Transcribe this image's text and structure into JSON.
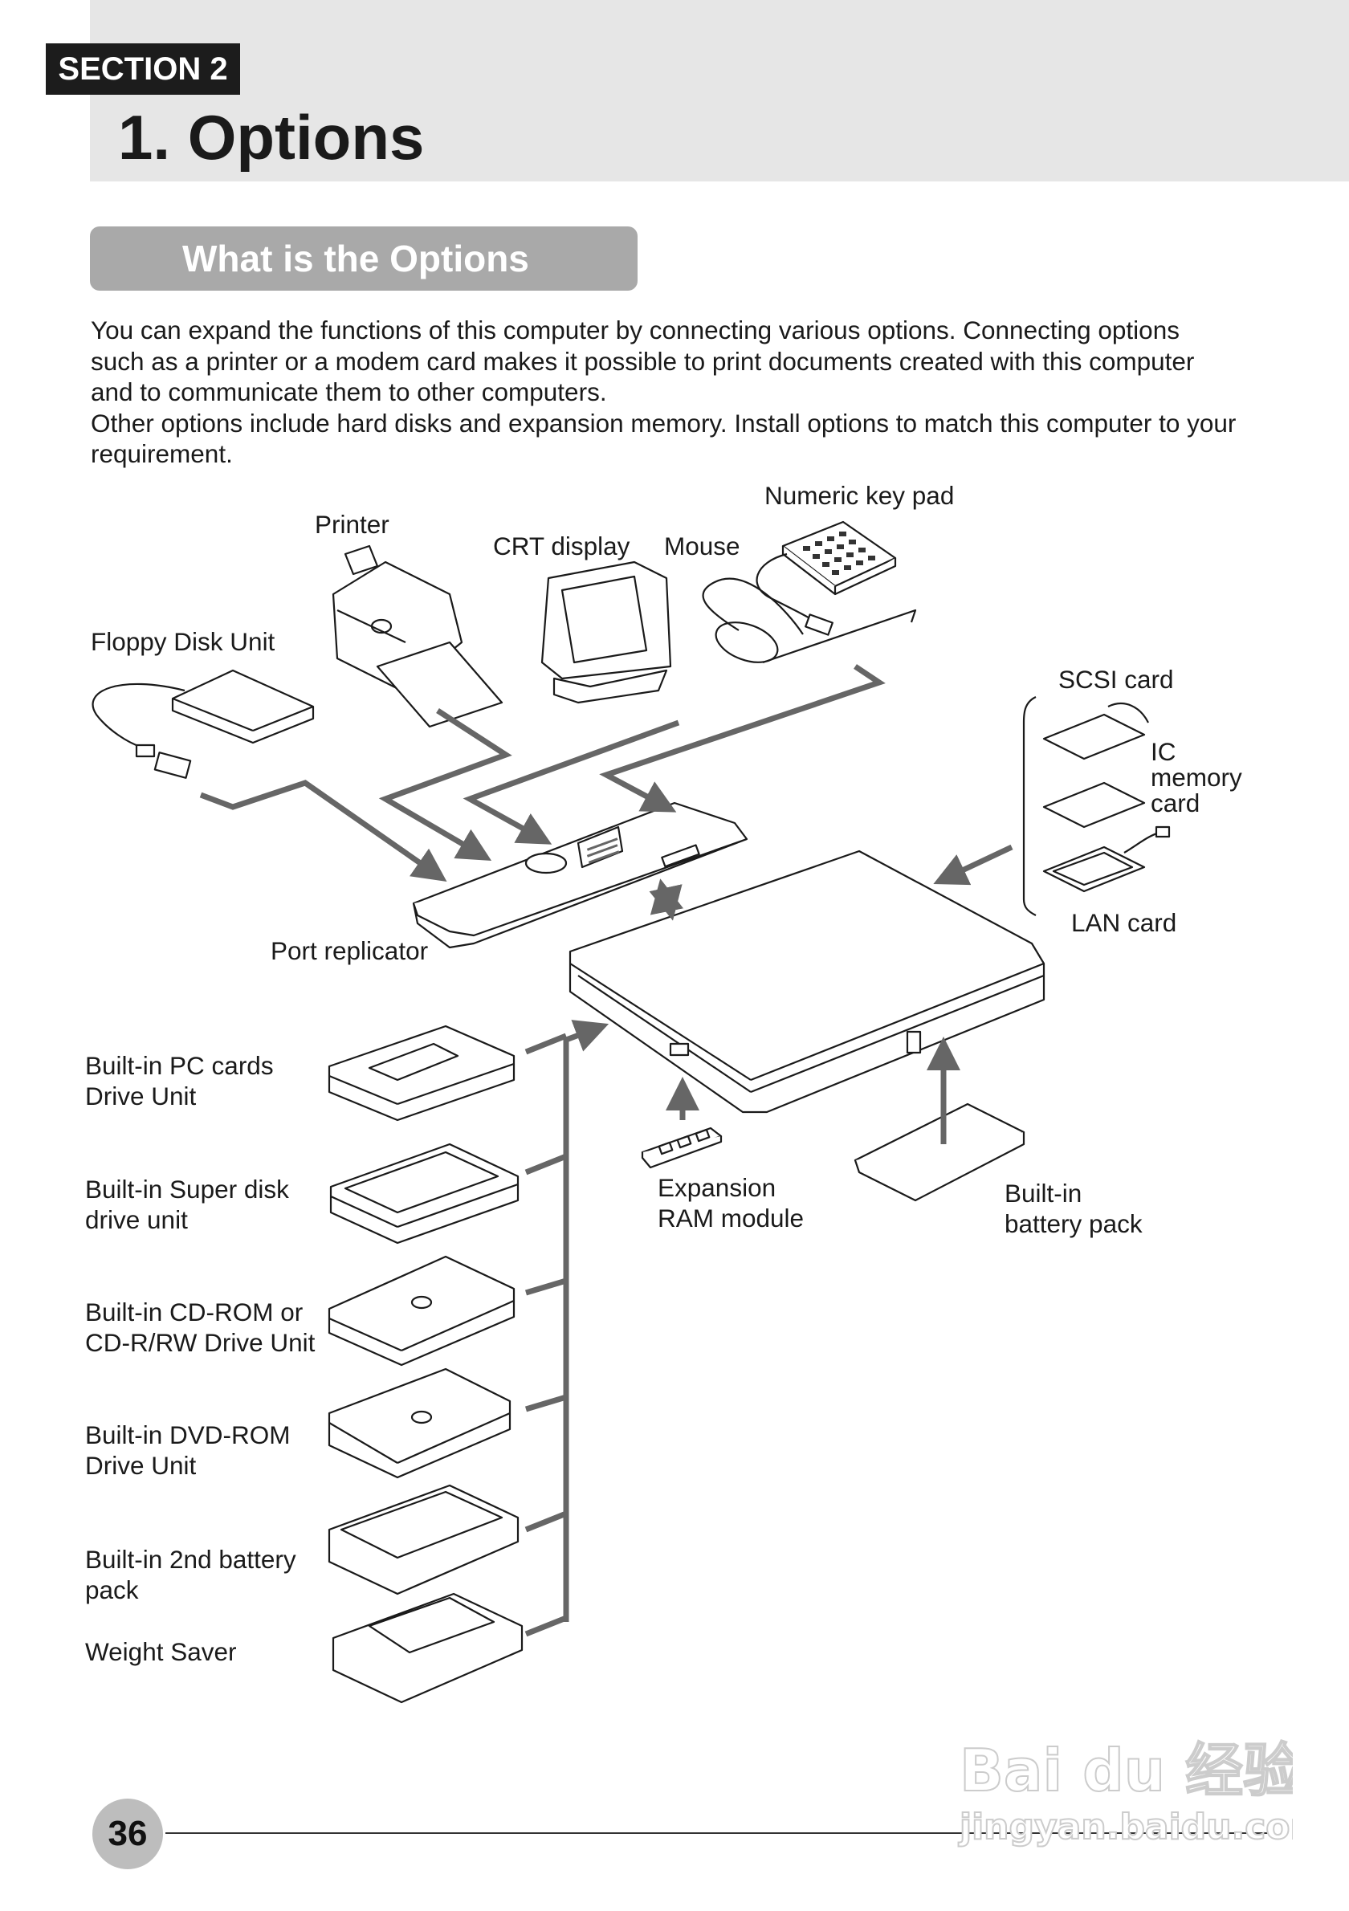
{
  "section_label": "SECTION 2",
  "title": "1.  Options",
  "subheading": "What is the Options",
  "intro": {
    "p1": "You can expand the functions of this computer by connecting various options. Connecting options such as a printer or a modem card makes it possible to print documents created with this computer and to communicate them to other computers.",
    "p2": "Other options include hard disks and expansion memory.  Install options to match this computer to your requirement."
  },
  "labels": {
    "printer": "Printer",
    "crt_display": "CRT display",
    "mouse": "Mouse",
    "numeric_key_pad": "Numeric key pad",
    "floppy_disk_unit": "Floppy Disk Unit",
    "scsi_card": "SCSI card",
    "ic_memory_card": "IC\nmemory\ncard",
    "lan_card": "LAN card",
    "port_replicator": "Port replicator",
    "pc_cards_drive": "Built-in PC cards\nDrive Unit",
    "super_disk_drive": "Built-in Super disk\ndrive unit",
    "cdrom_drive": "Built-in CD-ROM or\nCD-R/RW Drive Unit",
    "dvdrom_drive": "Built-in DVD-ROM\nDrive Unit",
    "second_battery": "Built-in 2nd battery\npack",
    "weight_saver": "Weight Saver",
    "expansion_ram": "Expansion\nRAM module",
    "battery_pack": "Built-in\nbattery pack"
  },
  "page_number": "36",
  "watermark": {
    "brand": "Bai du 经验",
    "url": "jingyan.baidu.com"
  },
  "colors": {
    "header_band": "#e6e6e6",
    "section_tag": "#1c1c1c",
    "subhead": "#a9a9a9",
    "arrow": "#666666"
  }
}
